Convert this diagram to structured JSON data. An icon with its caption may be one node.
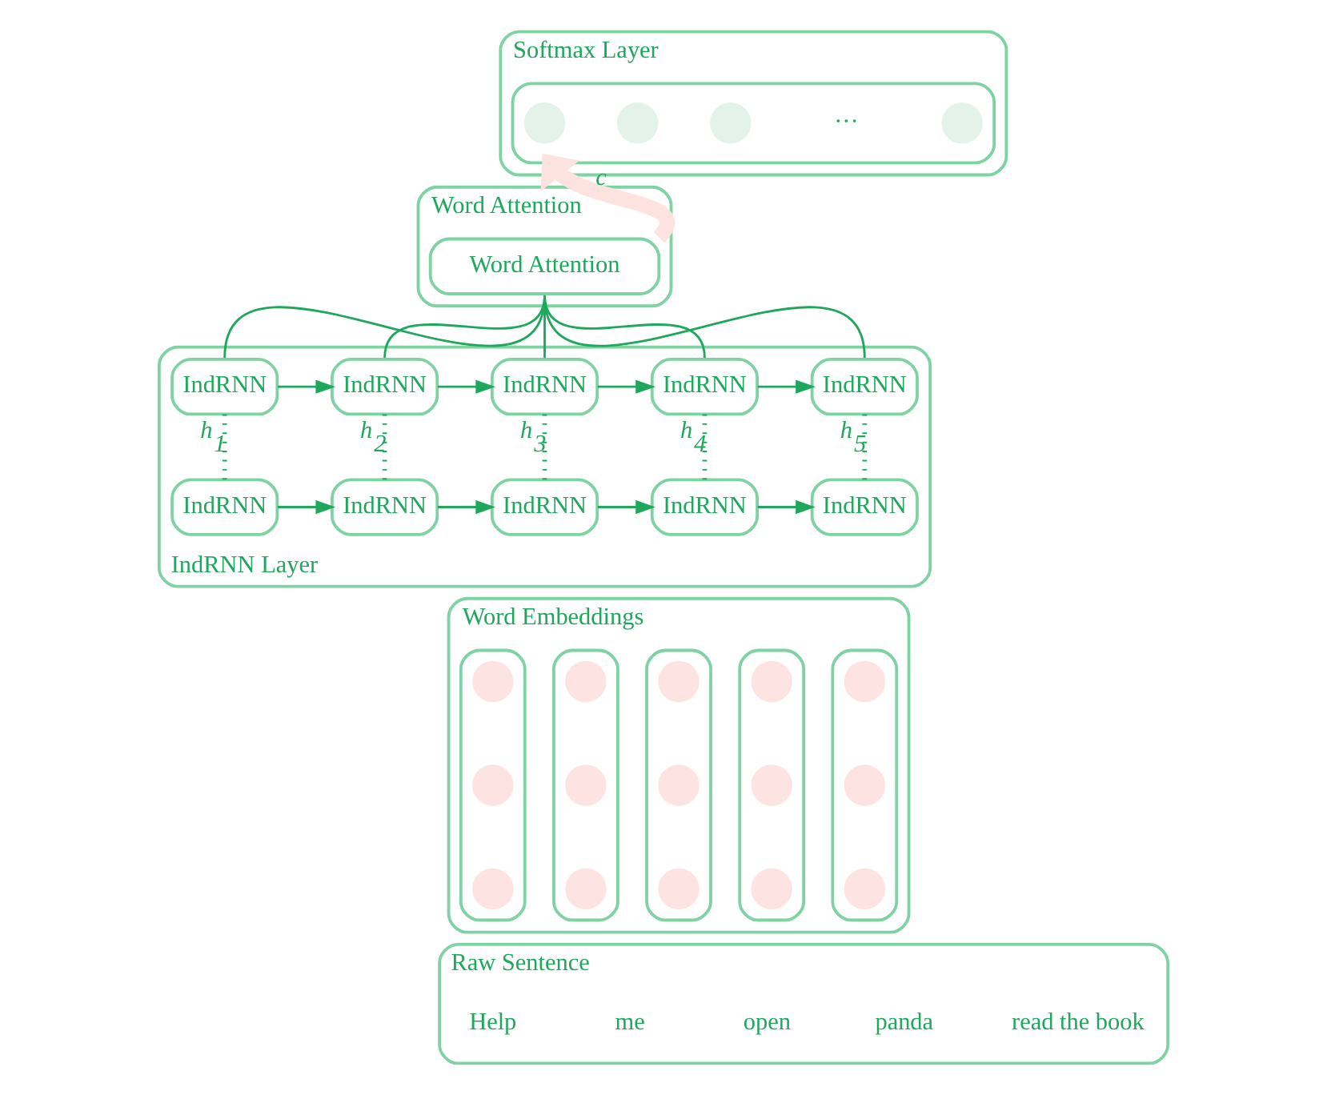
{
  "diagram": {
    "nodes": [
      {
        "text": [
          "Softmax Layer"
        ]
      },
      {
        "text": [],
        "shape": "box",
        "in": 0
      },
      {
        "text": [],
        "shape": "circle",
        "in": 1
      },
      {
        "text": [],
        "shape": "circle",
        "in": 1
      },
      {
        "text": [],
        "shape": "circle",
        "in": 1
      },
      {
        "text": [
          "···"
        ],
        "in": 1
      },
      {
        "text": [],
        "shape": "circle",
        "in": 1
      },
      {
        "text": [
          "Word Attention"
        ]
      },
      {
        "text": [
          "Word Attention"
        ],
        "in": 7
      },
      {
        "text": [
          "IndRNN Layer"
        ]
      },
      {
        "text": [
          "IndRNN"
        ],
        "in": 9
      },
      {
        "text": [
          "IndRNN"
        ],
        "in": 9
      },
      {
        "text": [
          "IndRNN"
        ],
        "in": 9
      },
      {
        "text": [
          "IndRNN"
        ],
        "in": 9
      },
      {
        "text": [
          "IndRNN"
        ],
        "in": 9
      },
      {
        "text": [
          "IndRNN"
        ],
        "in": 9
      },
      {
        "text": [
          "IndRNN"
        ],
        "in": 9
      },
      {
        "text": [
          "IndRNN"
        ],
        "in": 9
      },
      {
        "text": [
          "IndRNN"
        ],
        "in": 9
      },
      {
        "text": [
          "IndRNN"
        ],
        "in": 9
      },
      {
        "text": [
          "Word Embeddings"
        ]
      },
      {
        "text": [],
        "shape": "box",
        "in": 20
      },
      {
        "text": [],
        "shape": "circle",
        "in": 21
      },
      {
        "text": [],
        "shape": "circle",
        "in": 21
      },
      {
        "text": [],
        "shape": "circle",
        "in": 21
      },
      {
        "text": [],
        "shape": "box",
        "in": 20
      },
      {
        "text": [],
        "shape": "circle",
        "in": 25
      },
      {
        "text": [],
        "shape": "circle",
        "in": 25
      },
      {
        "text": [],
        "shape": "circle",
        "in": 25
      },
      {
        "text": [],
        "shape": "box",
        "in": 20
      },
      {
        "text": [],
        "shape": "circle",
        "in": 29
      },
      {
        "text": [],
        "shape": "circle",
        "in": 29
      },
      {
        "text": [],
        "shape": "circle",
        "in": 29
      },
      {
        "text": [],
        "shape": "box",
        "in": 20
      },
      {
        "text": [],
        "shape": "circle",
        "in": 33
      },
      {
        "text": [],
        "shape": "circle",
        "in": 33
      },
      {
        "text": [],
        "shape": "circle",
        "in": 33
      },
      {
        "text": [],
        "shape": "box",
        "in": 20
      },
      {
        "text": [],
        "shape": "circle",
        "in": 37
      },
      {
        "text": [],
        "shape": "circle",
        "in": 37
      },
      {
        "text": [],
        "shape": "circle",
        "in": 37
      },
      {
        "text": [
          "Raw Sentence"
        ]
      },
      {
        "text": [
          "Help"
        ],
        "in": 41
      },
      {
        "text": [
          "me"
        ],
        "in": 41
      },
      {
        "text": [
          "open"
        ],
        "in": 41
      },
      {
        "text": [
          "panda"
        ],
        "in": 41
      },
      {
        "text": [
          "read the book"
        ],
        "in": 41
      }
    ],
    "edges": [
      {
        "from": 8,
        "to": 1,
        "arrow": "to",
        "label": "c",
        "style": "thick",
        "color": "#fde3df"
      },
      {
        "from": 10,
        "to": 8,
        "arrow": "none"
      },
      {
        "from": 11,
        "to": 8,
        "arrow": "none"
      },
      {
        "from": 12,
        "to": 8,
        "arrow": "none"
      },
      {
        "from": 13,
        "to": 8,
        "arrow": "none"
      },
      {
        "from": 14,
        "to": 8,
        "arrow": "none"
      },
      {
        "from": 10,
        "to": 11,
        "arrow": "to"
      },
      {
        "from": 11,
        "to": 12,
        "arrow": "to"
      },
      {
        "from": 12,
        "to": 13,
        "arrow": "to"
      },
      {
        "from": 13,
        "to": 14,
        "arrow": "to"
      },
      {
        "from": 15,
        "to": 10,
        "arrow": "none",
        "label": "h$_{1}$",
        "style": "dashed"
      },
      {
        "from": 16,
        "to": 11,
        "arrow": "none",
        "label": "h$_{2}$",
        "style": "dashed"
      },
      {
        "from": 17,
        "to": 12,
        "arrow": "none",
        "label": "h$_{3}$",
        "style": "dashed"
      },
      {
        "from": 18,
        "to": 13,
        "arrow": "none",
        "label": "h$_{4}$",
        "style": "dashed"
      },
      {
        "from": 19,
        "to": 14,
        "arrow": "none",
        "label": "h$_{5}$",
        "style": "dashed"
      },
      {
        "from": 15,
        "to": 16,
        "arrow": "to"
      },
      {
        "from": 16,
        "to": 17,
        "arrow": "to"
      },
      {
        "from": 17,
        "to": 18,
        "arrow": "to"
      },
      {
        "from": 18,
        "to": 19,
        "arrow": "to"
      }
    ]
  }
}
